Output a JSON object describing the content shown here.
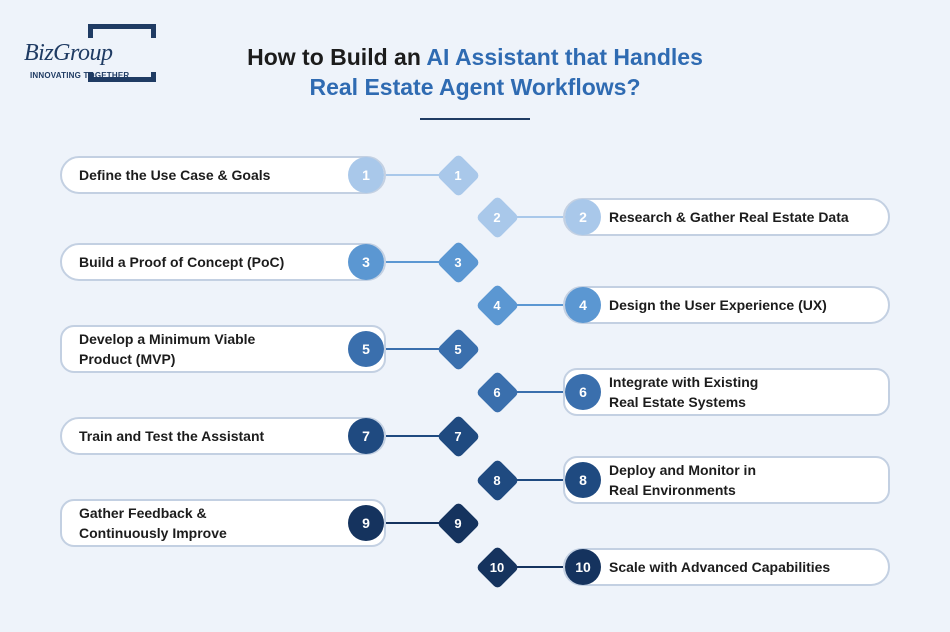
{
  "logo": {
    "wordmark": "BizGroup",
    "tagline": "INNOVATING TOGETHER"
  },
  "title": {
    "line1_plain": "How to Build an ",
    "line1_accent": "AI Assistant that Handles",
    "line2_accent": "Real Estate Agent Workflows?"
  },
  "colors": {
    "light": "#a9c8ea",
    "mid": "#5b97d2",
    "steel": "#3a6fad",
    "navy": "#1f4a80",
    "deep": "#15335e",
    "pill_border": "#c3d0e2",
    "accent_title": "#2f6bb2"
  },
  "steps": [
    {
      "number": "1",
      "label": "Define the Use Case & Goals",
      "side": "left",
      "color": "#a9c8ea"
    },
    {
      "number": "2",
      "label": "Research & Gather Real Estate Data",
      "side": "right",
      "color": "#a9c8ea"
    },
    {
      "number": "3",
      "label": "Build a Proof of Concept (PoC)",
      "side": "left",
      "color": "#5b97d2"
    },
    {
      "number": "4",
      "label": "Design the User Experience (UX)",
      "side": "right",
      "color": "#5b97d2"
    },
    {
      "number": "5",
      "label": "Develop a Minimum Viable\nProduct (MVP)",
      "side": "left",
      "color": "#3a6fad"
    },
    {
      "number": "6",
      "label": "Integrate with Existing\nReal Estate Systems",
      "side": "right",
      "color": "#3a6fad"
    },
    {
      "number": "7",
      "label": "Train and Test the Assistant",
      "side": "left",
      "color": "#1f4a80"
    },
    {
      "number": "8",
      "label": "Deploy and Monitor in\nReal Environments",
      "side": "right",
      "color": "#1f4a80"
    },
    {
      "number": "9",
      "label": "Gather Feedback &\nContinuously Improve",
      "side": "left",
      "color": "#15335e"
    },
    {
      "number": "10",
      "label": "Scale with Advanced Capabilities",
      "side": "right",
      "color": "#15335e"
    }
  ]
}
